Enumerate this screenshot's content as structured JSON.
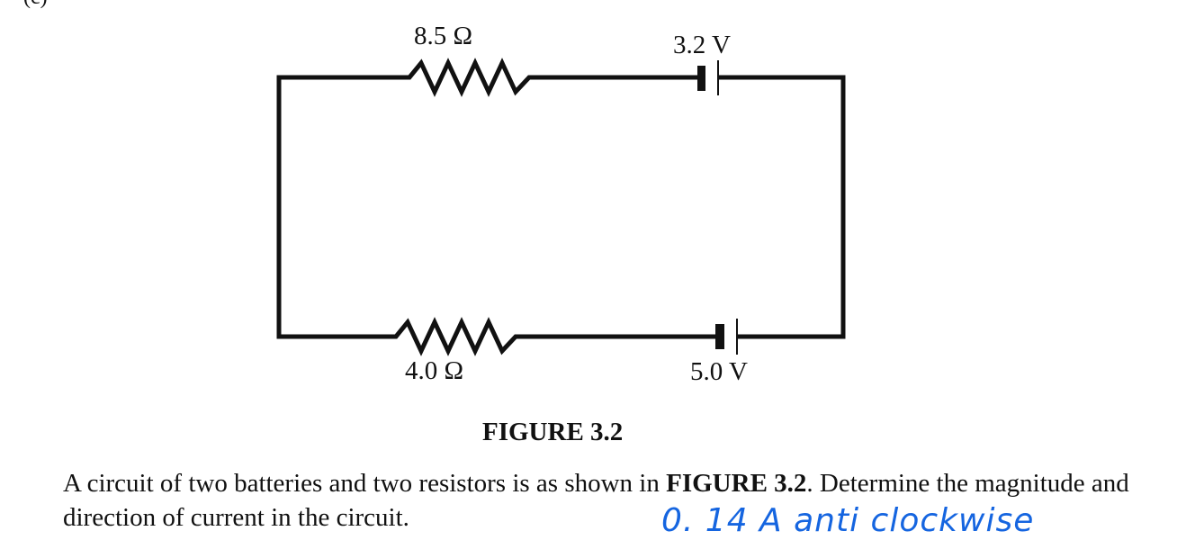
{
  "part_label": "(c)",
  "resistor_top_label": "8.5 Ω",
  "battery_top_label": "3.2 V",
  "resistor_bottom_label": "4.0 Ω",
  "battery_bottom_label": "5.0 V",
  "figure_caption": "FIGURE 3.2",
  "question": {
    "part1": "A circuit of two batteries and two resistors is as shown in ",
    "bold": "FIGURE 3.2",
    "part2": ". Determine the magnitude and direction of current in the circuit."
  },
  "handwritten_answer": "0. 14 A  anti clockwise",
  "colors": {
    "wire": "#111111",
    "ink": "#1565e0"
  }
}
